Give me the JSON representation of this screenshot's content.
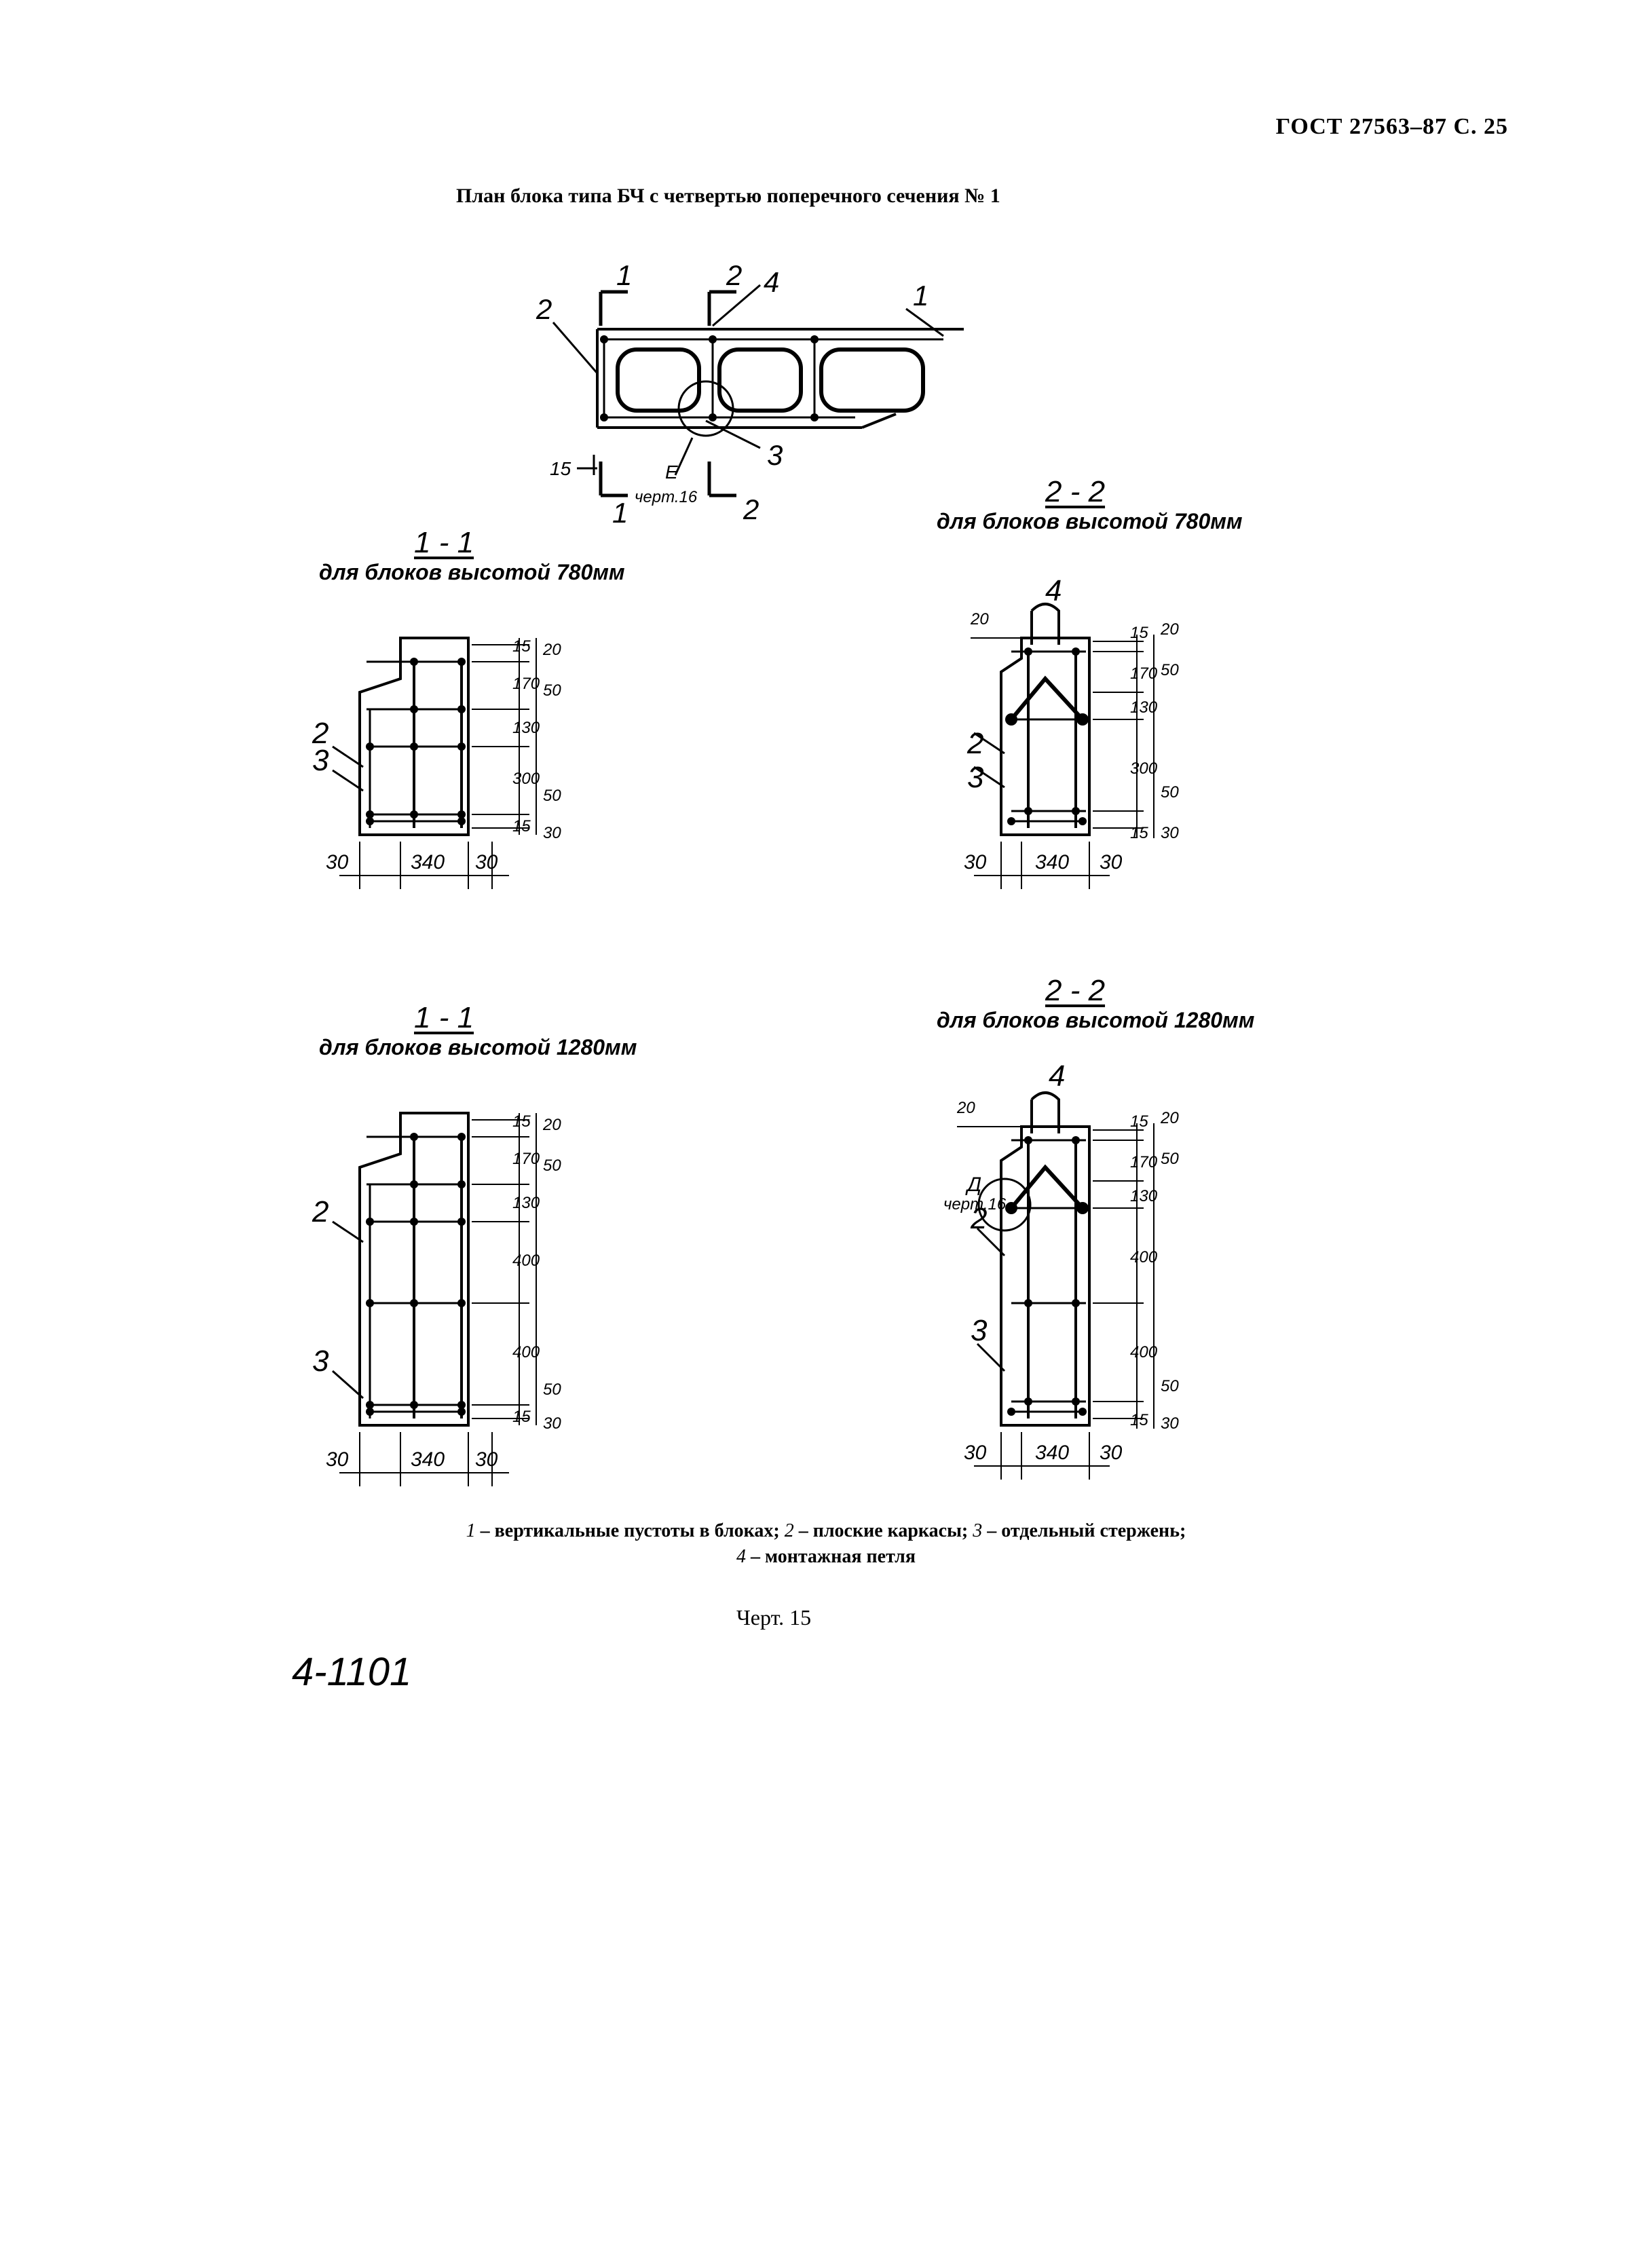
{
  "header": {
    "doc_ref": "ГОСТ 27563–87 С. 25"
  },
  "plan": {
    "title": "План блока типа БЧ с четвертью поперечного сечения № 1",
    "labels": {
      "sec1_top": "1",
      "sec2_top": "2",
      "sec1_bot": "1",
      "sec2_bot": "2",
      "item1": "1",
      "item2": "2",
      "item3": "3",
      "item4": "4",
      "dim15": "15",
      "detail": "Е",
      "detail_ref": "черт.16"
    }
  },
  "sections": [
    {
      "id": "s11a",
      "num": "1 - 1",
      "sub": "для блоков высотой 780мм",
      "labels": {
        "item2": "2",
        "item3": "3"
      },
      "dims_v_inner": [
        "15",
        "170",
        "130",
        "300",
        "15"
      ],
      "dims_v_outer": [
        "20",
        "50",
        "50",
        "30"
      ],
      "dims_h": [
        "30",
        "340",
        "30"
      ]
    },
    {
      "id": "s22a",
      "num": "2 - 2",
      "sub": "для блоков высотой 780мм",
      "labels": {
        "item2": "2",
        "item3": "3",
        "item4": "4",
        "dim_top": "20"
      },
      "dims_v_inner": [
        "15",
        "170",
        "130",
        "300",
        "15"
      ],
      "dims_v_outer": [
        "20",
        "50",
        "50",
        "30"
      ],
      "dims_h": [
        "30",
        "340",
        "30"
      ]
    },
    {
      "id": "s11b",
      "num": "1 - 1",
      "sub": "для блоков высотой 1280мм",
      "labels": {
        "item2": "2",
        "item3": "3"
      },
      "dims_v_inner": [
        "15",
        "170",
        "130",
        "400",
        "400",
        "15"
      ],
      "dims_v_outer": [
        "20",
        "50",
        "50",
        "30"
      ],
      "dims_h": [
        "30",
        "340",
        "30"
      ]
    },
    {
      "id": "s22b",
      "num": "2 - 2",
      "sub": "для блоков высотой 1280мм",
      "labels": {
        "item2": "2",
        "item3": "3",
        "item4": "4",
        "dim_top": "20",
        "detail": "Д",
        "detail_ref": "черт.16"
      },
      "dims_v_inner": [
        "15",
        "170",
        "130",
        "400",
        "400",
        "15"
      ],
      "dims_v_outer": [
        "20",
        "50",
        "50",
        "30"
      ],
      "dims_h": [
        "30",
        "340",
        "30"
      ]
    }
  ],
  "legend": {
    "n1": "1",
    "t1": " – вертикальные пустоты в блоках; ",
    "n2": "2",
    "t2": " – плоские каркасы; ",
    "n3": "3",
    "t3": " – отдельный стержень;",
    "n4": "4",
    "t4": " – монтажная петля"
  },
  "figure_caption": "Черт. 15",
  "footer_mark": "4-1101"
}
